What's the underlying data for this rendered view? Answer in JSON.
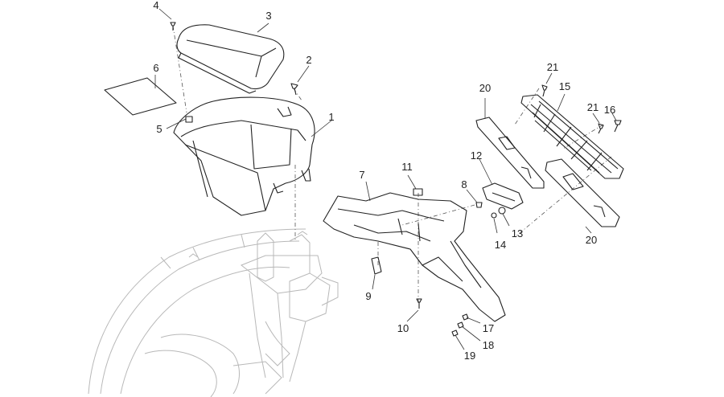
{
  "callouts": {
    "c1": "1",
    "c2": "2",
    "c3": "3",
    "c4": "4",
    "c5": "5",
    "c6": "6",
    "c7": "7",
    "c8": "8",
    "c9": "9",
    "c10": "10",
    "c11": "11",
    "c12": "12",
    "c13": "13",
    "c14": "14",
    "c15": "15",
    "c16": "16",
    "c17": "17",
    "c18": "18",
    "c19": "19",
    "c20a": "20",
    "c20b": "20",
    "c21a": "21",
    "c21b": "21"
  }
}
